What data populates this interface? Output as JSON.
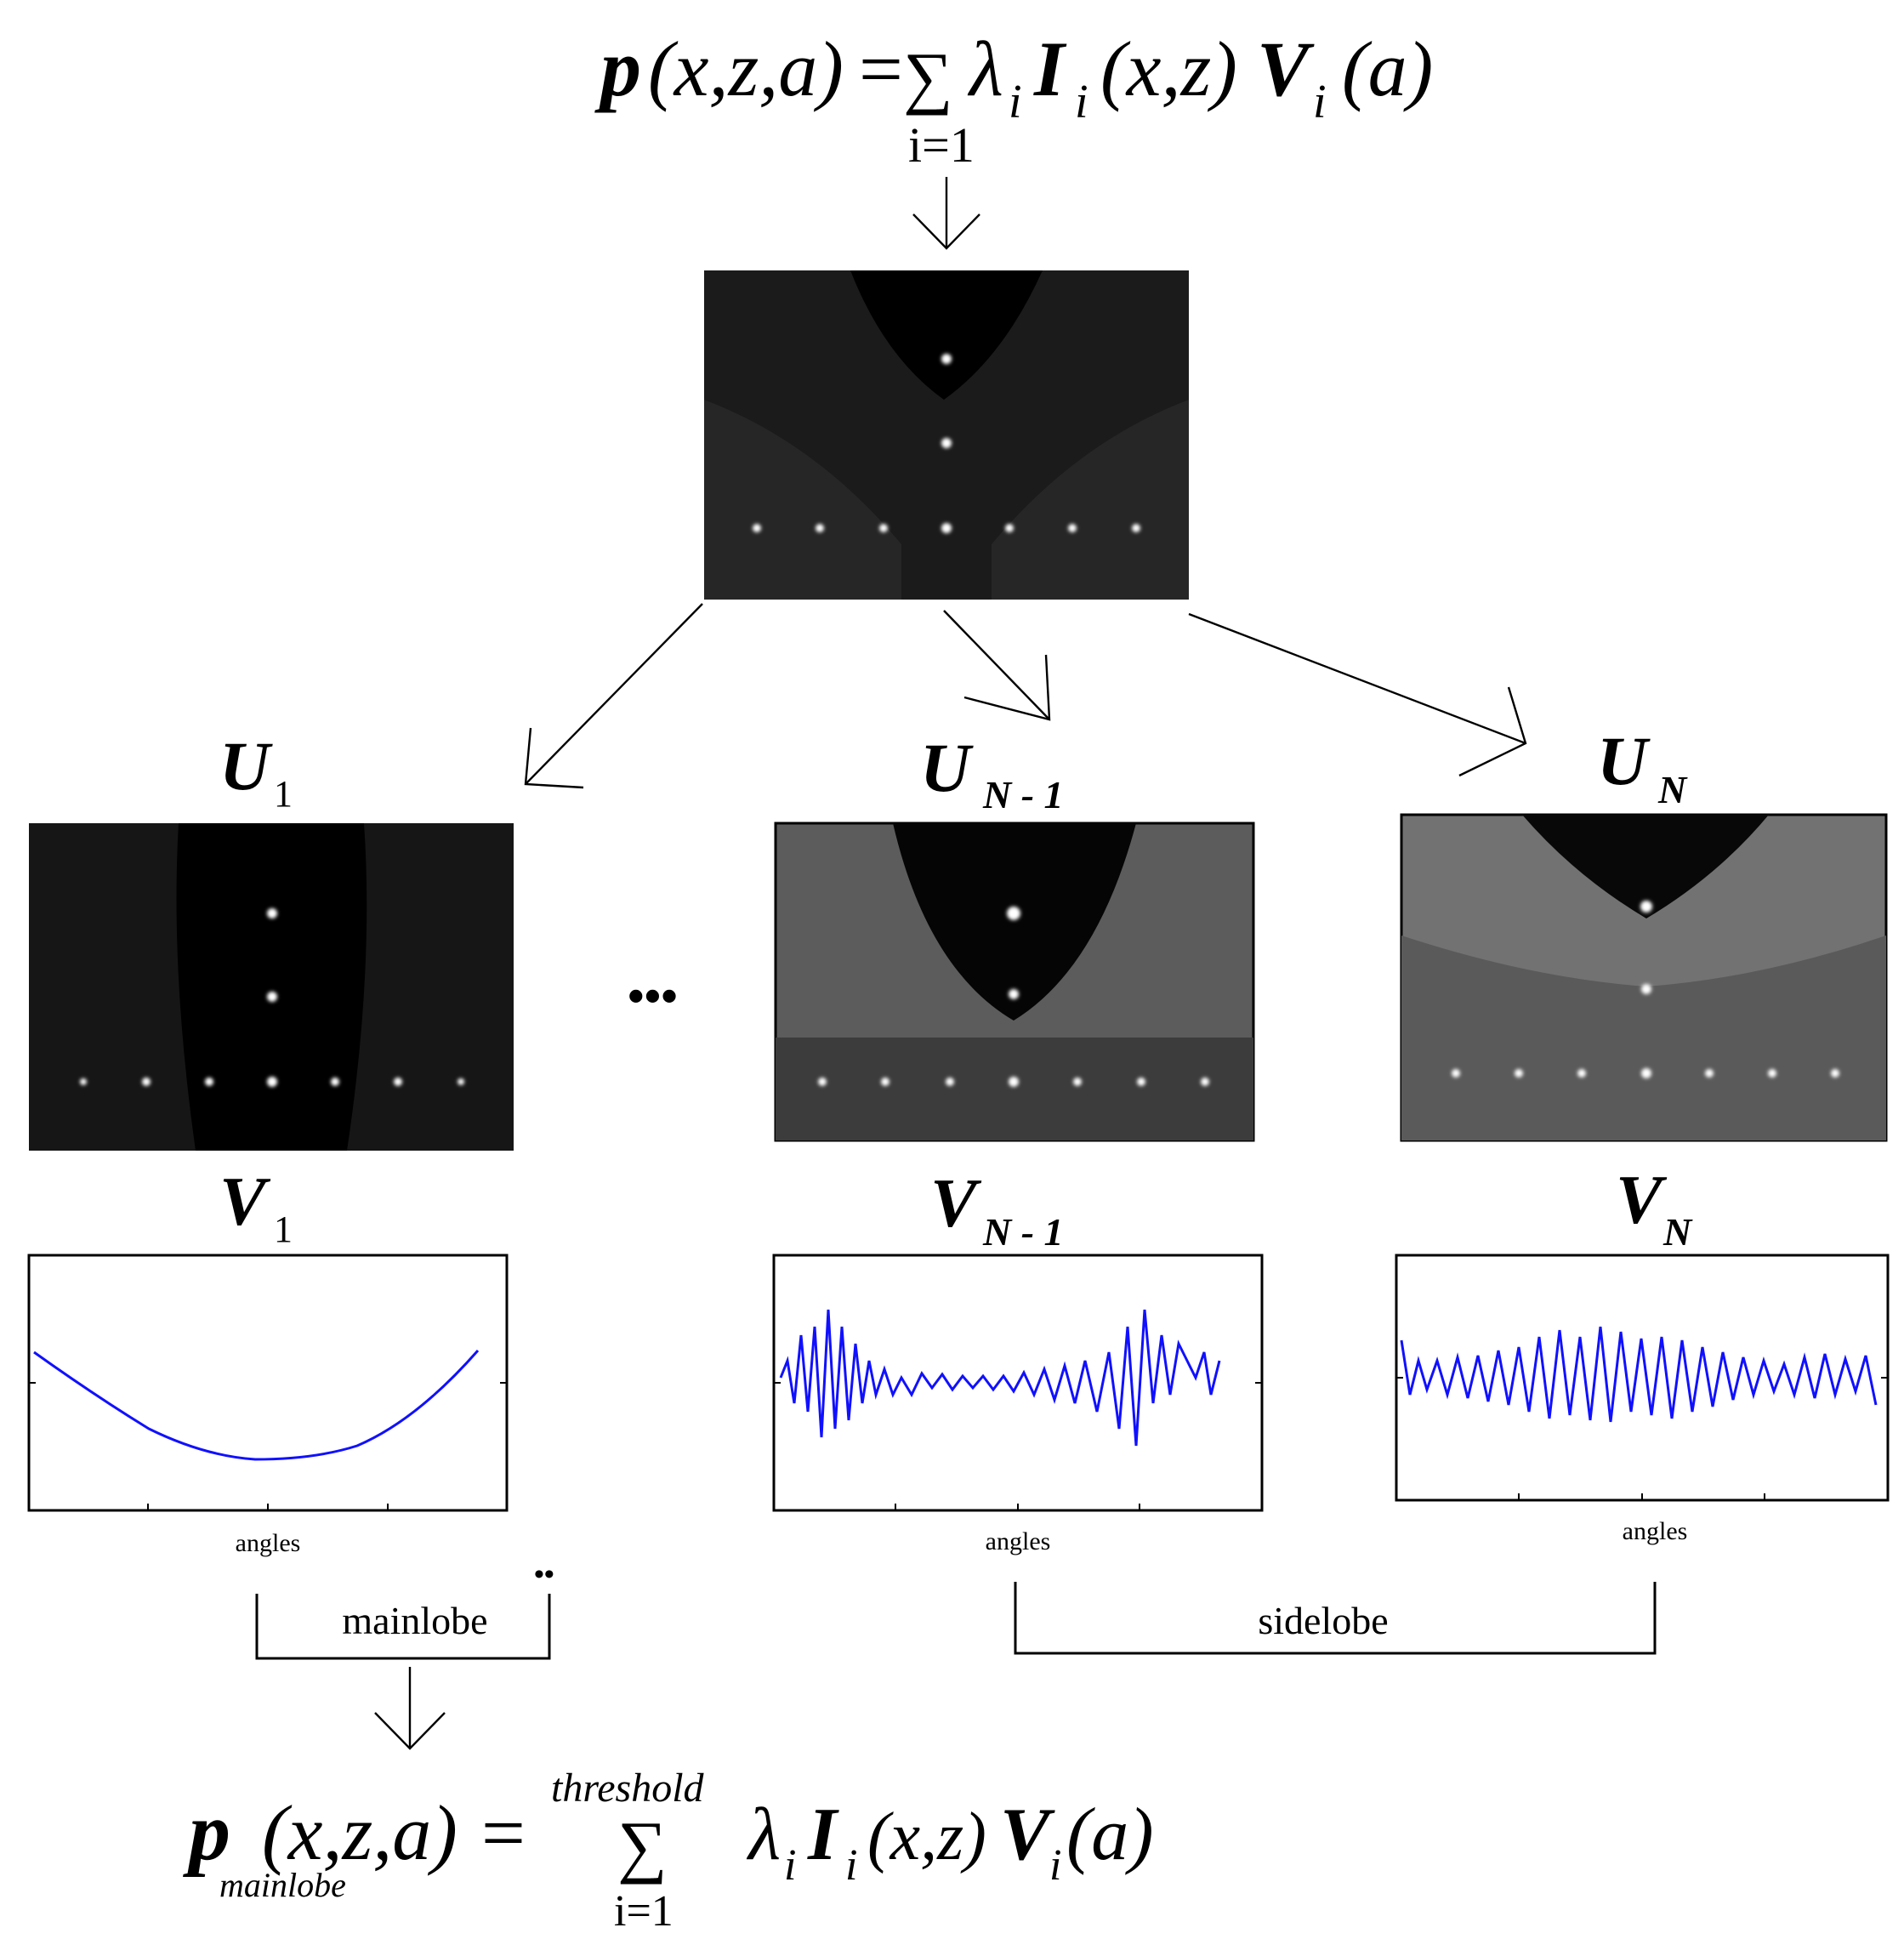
{
  "equations": {
    "top": {
      "lhs_symbol": "p",
      "lhs_args": "(x,z,a)",
      "equals": "=",
      "sum": "∑",
      "sum_lower": "i=1",
      "rhs_lambda": "λ",
      "rhs_lambda_sub": "i",
      "rhs_I": "I",
      "rhs_I_sub": "i",
      "rhs_I_args": "(x,z)",
      "rhs_V": "V",
      "rhs_V_sub": "i",
      "rhs_V_args": "(a)"
    },
    "bottom": {
      "lhs_symbol": "p",
      "lhs_sub": "mainlobe",
      "lhs_args": "(x,z,a)",
      "equals": "=",
      "sum": "∑",
      "sum_upper": "threshold",
      "sum_lower": "i=1",
      "rhs_lambda": "λ",
      "rhs_lambda_sub": "i",
      "rhs_I": "I",
      "rhs_I_sub": "i",
      "rhs_I_args": "(x,z)",
      "rhs_V": "V",
      "rhs_V_sub": "i",
      "rhs_V_args": "(a)"
    }
  },
  "components": [
    {
      "u_symbol": "U",
      "u_sub": "1",
      "v_symbol": "V",
      "v_sub": "1",
      "x_label": "angles"
    },
    {
      "u_symbol": "U",
      "u_sub": "N - 1",
      "v_symbol": "V",
      "v_sub": "N - 1",
      "x_label": "angles"
    },
    {
      "u_symbol": "U",
      "u_sub": "N",
      "v_symbol": "V",
      "v_sub": "N",
      "x_label": "angles"
    }
  ],
  "ellipsis_middle": "•••",
  "ellipsis_small": "••",
  "brackets": {
    "mainlobe": "mainlobe",
    "sidelobe": "sidelobe"
  },
  "colors": {
    "curve": "#1010ff",
    "image_background": "#000000",
    "scatterer": "#ffffff"
  }
}
